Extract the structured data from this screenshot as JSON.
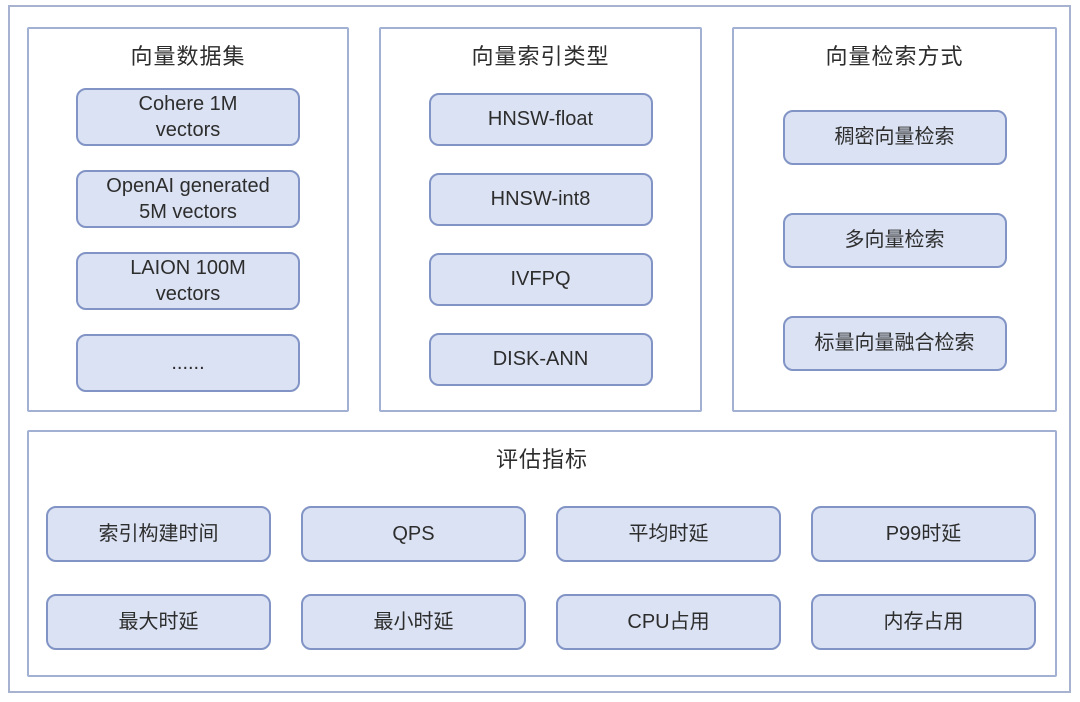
{
  "colors": {
    "frame-border": "#a6b2cf",
    "panel-border": "#a2b1d3",
    "box-fill": "#dbe2f3",
    "box-border": "#8194c5",
    "text": "#2d2d2d"
  },
  "panels": [
    {
      "title": "向量数据集",
      "items": [
        "Cohere 1M\nvectors",
        "OpenAI generated\n5M vectors",
        "LAION 100M\nvectors",
        "......"
      ]
    },
    {
      "title": "向量索引类型",
      "items": [
        "HNSW-float",
        "HNSW-int8",
        "IVFPQ",
        "DISK-ANN"
      ]
    },
    {
      "title": "向量检索方式",
      "items": [
        "稠密向量检索",
        "多向量检索",
        "标量向量融合检索"
      ]
    },
    {
      "title": "评估指标",
      "items": [
        "索引构建时间",
        "QPS",
        "平均时延",
        "P99时延",
        "最大时延",
        "最小时延",
        "CPU占用",
        "内存占用"
      ]
    }
  ]
}
